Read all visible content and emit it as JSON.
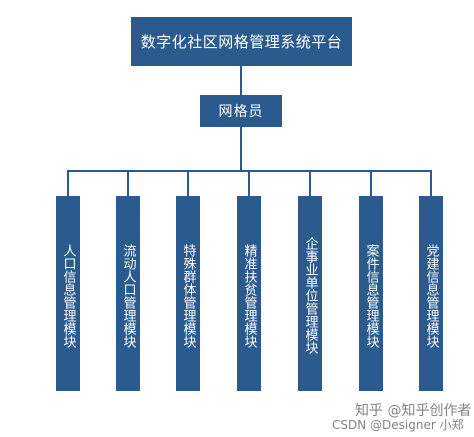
{
  "colors": {
    "box_fill": "#2b5a8f",
    "box_text": "#ffffff",
    "connector": "#2b5a8f",
    "background": "#ffffff"
  },
  "top": {
    "label": "数字化社区网格管理系统平台"
  },
  "middle": {
    "label": "网格员"
  },
  "modules": [
    {
      "label": "人口信息管理模块"
    },
    {
      "label": "流动人口管理模块"
    },
    {
      "label": "特殊群体管理模块"
    },
    {
      "label": "精准扶贫管理模块"
    },
    {
      "label": "企事业单位管理模块"
    },
    {
      "label": "案件信息管理模块"
    },
    {
      "label": "党建信息管理模块"
    }
  ],
  "watermark": {
    "line1": "知乎 @知乎创作者",
    "line2": "CSDN @Designer 小郑"
  }
}
